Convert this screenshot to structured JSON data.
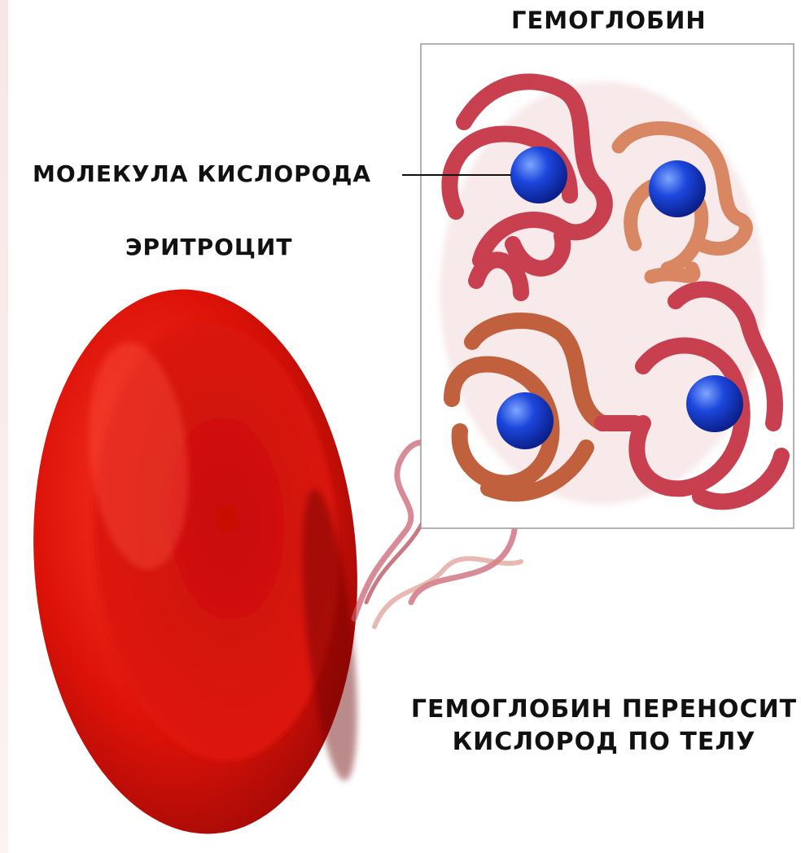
{
  "labels": {
    "hemoglobin_title": "ГЕМОГЛОБИН",
    "oxygen_molecule": "МОЛЕКУЛА КИСЛОРОДА",
    "erythrocyte": "ЭРИТРОЦИТ"
  },
  "caption": {
    "line1": "ГЕМОГЛОБИН ПЕРЕНОСИТ",
    "line2": "КИСЛОРОД ПО ТЕЛУ"
  },
  "colors": {
    "blood_cell": "#d61010",
    "hemoglobin_chain_red": "#c8404f",
    "hemoglobin_chain_orange": "#d87a5a",
    "oxygen": "#1a44d8"
  }
}
